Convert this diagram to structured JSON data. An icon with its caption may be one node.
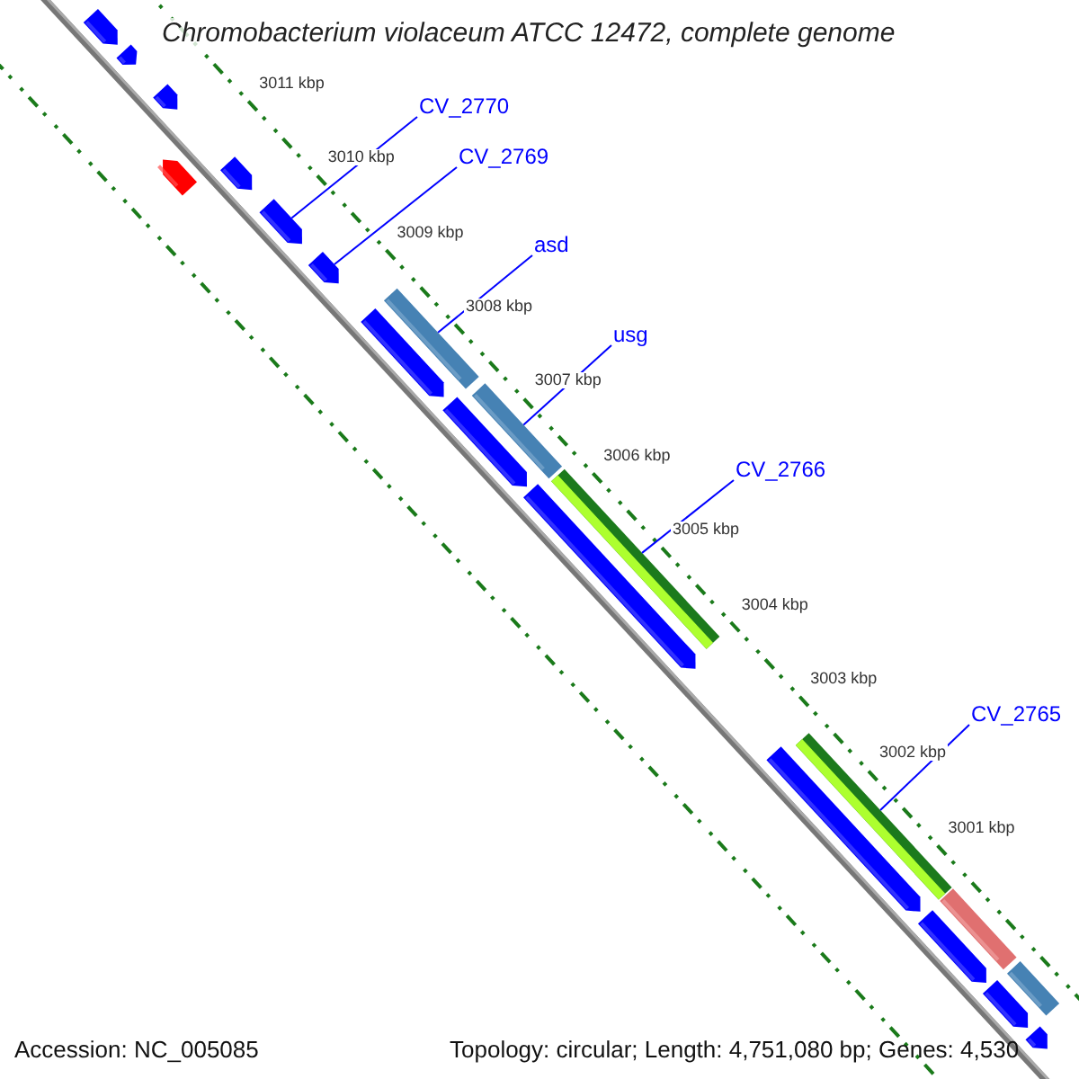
{
  "diagram": {
    "title": "Chromobacterium violaceum ATCC 12472, complete genome",
    "nodes": [
      {
        "text": [
          "CV_2770"
        ]
      },
      {
        "text": [
          "CV_2769"
        ]
      },
      {
        "text": [
          "asd"
        ]
      },
      {
        "text": [
          "usg"
        ]
      },
      {
        "text": [
          "CV_2766"
        ]
      },
      {
        "text": [
          "CV_2765"
        ]
      },
      {
        "text": [],
        "shape": "arrow"
      },
      {
        "text": [],
        "shape": "arrow"
      },
      {
        "text": [],
        "shape": "arrow"
      },
      {
        "text": [],
        "shape": "arrow"
      },
      {
        "text": [],
        "shape": "arrow"
      },
      {
        "text": [],
        "shape": "arrow"
      },
      {
        "text": [],
        "shape": "arrow"
      },
      {
        "text": [],
        "shape": "arrow"
      },
      {
        "text": [],
        "shape": "bar"
      },
      {
        "text": [],
        "shape": "arrow"
      },
      {
        "text": [],
        "shape": "bar"
      },
      {
        "text": [],
        "shape": "arrow"
      },
      {
        "text": [],
        "shape": "bar"
      },
      {
        "text": [],
        "shape": "arrow"
      },
      {
        "text": [],
        "shape": "bar"
      },
      {
        "text": [],
        "shape": "bar"
      },
      {
        "text": [],
        "shape": "arrow"
      },
      {
        "text": [],
        "shape": "arrow"
      },
      {
        "text": [],
        "shape": "bar"
      },
      {
        "text": [],
        "shape": "arrow"
      }
    ],
    "edges": [
      {
        "from": 0,
        "to": 11,
        "arrow": "none"
      },
      {
        "from": 1,
        "to": 12,
        "arrow": "none"
      },
      {
        "from": 2,
        "to": 14,
        "arrow": "none"
      },
      {
        "from": 3,
        "to": 16,
        "arrow": "none"
      },
      {
        "from": 4,
        "to": 18,
        "arrow": "none"
      },
      {
        "from": 5,
        "to": 20,
        "arrow": "none"
      }
    ],
    "labels": [
      "3011 kbp",
      "3010 kbp",
      "3009 kbp",
      "3008 kbp",
      "3007 kbp",
      "3006 kbp",
      "3005 kbp",
      "3004 kbp",
      "3003 kbp",
      "3002 kbp",
      "3001 kbp",
      "Accession: NC_005085",
      "Topology: circular; Length: 4,751,080 bp; Genes: 4,530"
    ]
  }
}
